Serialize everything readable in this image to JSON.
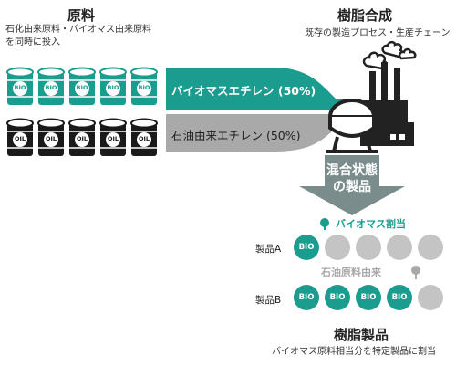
{
  "raw": {
    "title": "原料",
    "desc_line1": "石化由来原料・バイオマス由来原料",
    "desc_line2": "を同時に投入",
    "bio_label": "BIO",
    "oil_label": "OIL"
  },
  "synthesis": {
    "title": "樹脂合成",
    "desc": "既存の製造プロセス・生産チェーン"
  },
  "arrows": {
    "bio": "バイオマスエチレン (50%)",
    "oil": "石油由来エチレン (50%)"
  },
  "mixed": {
    "line1": "混合状態",
    "line2": "の製品"
  },
  "products": {
    "bio_allocation": "バイオマス割当",
    "oil_origin": "石油原料由来",
    "product_a": "製品A",
    "product_b": "製品B",
    "circle_label": "BIO"
  },
  "resin": {
    "title": "樹脂製品",
    "desc": "バイオマス原料相当分を特定製品に割当"
  },
  "colors": {
    "teal": "#1a9d8f",
    "dark": "#1a1a1a",
    "gray_arrow": "#a9a9a9",
    "light_gray": "#c4c4c4"
  }
}
